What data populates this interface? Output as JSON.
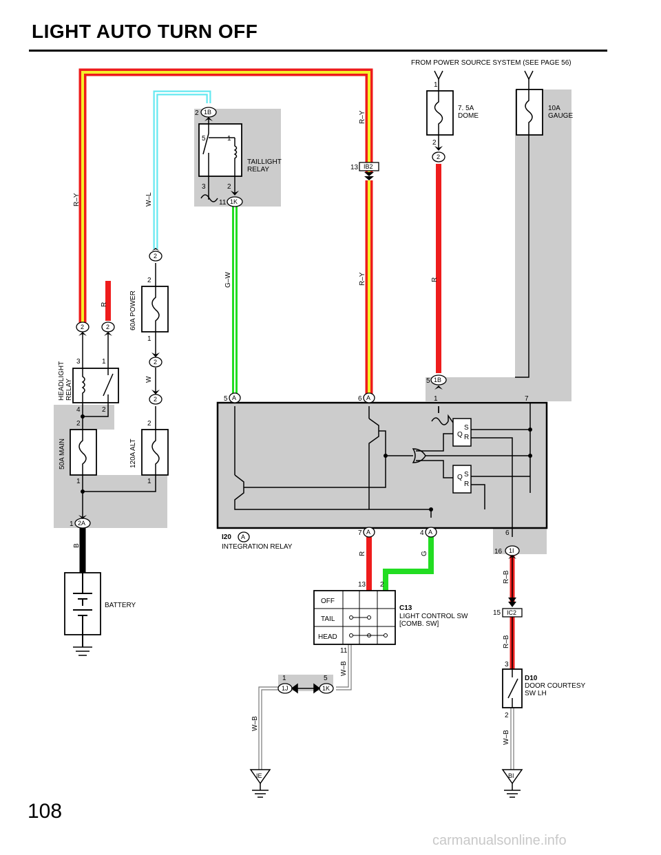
{
  "page": {
    "title": "LIGHT AUTO TURN OFF",
    "page_number": "108",
    "watermark": "carmanualsonline.info"
  },
  "header_note": "FROM POWER SOURCE SYSTEM (SEE PAGE 56)",
  "colors": {
    "red": "#ee1c1c",
    "yellow": "#f5f02a",
    "green": "#22dd22",
    "cyan": "#66e8f0",
    "black": "#000000",
    "shade": "#cccccc"
  },
  "fuses": {
    "dome": {
      "amp": "7. 5A",
      "name": "DOME"
    },
    "gauge": {
      "amp": "10A",
      "name": "GAUGE"
    },
    "power": "60A POWER",
    "main": "50A MAIN",
    "alt": "120A ALT"
  },
  "relays": {
    "taillight": [
      "TAILLIGHT",
      "RELAY"
    ],
    "headlight": [
      "HEADLIGHT",
      "RELAY"
    ]
  },
  "integration_relay": {
    "code": "I20",
    "conn": "A",
    "name": "INTEGRATION RELAY"
  },
  "battery": "BATTERY",
  "light_switch": {
    "code": "C13",
    "name1": "LIGHT CONTROL SW",
    "name2": "[COMB.  SW]",
    "positions": [
      "OFF",
      "TAIL",
      "HEAD"
    ]
  },
  "door_switch": {
    "code": "D10",
    "name1": "DOOR COURTESY",
    "name2": "SW LH"
  },
  "wires": {
    "ry_left": "R–Y",
    "wl": "W–L",
    "gw": "G–W",
    "ry_top": "R–Y",
    "ry_mid": "R–Y",
    "r_main": "R",
    "r_hl": "R",
    "w": "W",
    "b": "B",
    "r_sw": "R",
    "g_sw": "G",
    "rb_1": "R–B",
    "rb_2": "R–B",
    "wb_sw": "W–B",
    "wb_ie": "W–B",
    "wb_bi": "W–B"
  },
  "connectors": {
    "c1B_top": "1B",
    "c1K_top": "1K",
    "cIB2": "IB2",
    "c2_dome": "2",
    "c2_power_top": "2",
    "c2_power_bot": "2",
    "c2_alt_top": "2",
    "c2_hl_left": "2",
    "c2_hl_right": "2",
    "c2A": "2A",
    "c1B_mid": "1B",
    "cA5": "A",
    "cA6": "A",
    "cA7": "A",
    "cA4": "A",
    "c1I": "1I",
    "cIC2": "IC2",
    "c1J": "1J",
    "c1K_bot": "1K"
  },
  "grounds": {
    "ie": "IE",
    "bi": "BI"
  },
  "pins": {
    "dome_in": "1",
    "dome_out": "2",
    "tr_1B": "2",
    "tr_5": "5",
    "tr_1": "1",
    "tr_3": "3",
    "tr_2": "2",
    "tr_11": "11",
    "ib2": "13",
    "pw_2": "2",
    "pw_1": "1",
    "alt_2": "2",
    "alt_1": "1",
    "hl_3": "3",
    "hl_1": "1",
    "hl_4": "4",
    "hl_2": "2",
    "mn_2": "2",
    "mn_1": "1",
    "c2a": "1",
    "ir_5": "5",
    "ir_6": "6",
    "ir_1B": "5",
    "ir_1": "1",
    "ir_7": "7",
    "ir_a7": "7",
    "ir_a4": "4",
    "ir_6b": "6",
    "c1i": "16",
    "sw_13": "13",
    "sw_2": "2",
    "sw_11": "11",
    "ic2": "15",
    "ds_3": "3",
    "ds_2": "2",
    "j_1": "1",
    "j_5": "5"
  },
  "logic": {
    "S": "S",
    "R": "R",
    "Q": "Q"
  }
}
